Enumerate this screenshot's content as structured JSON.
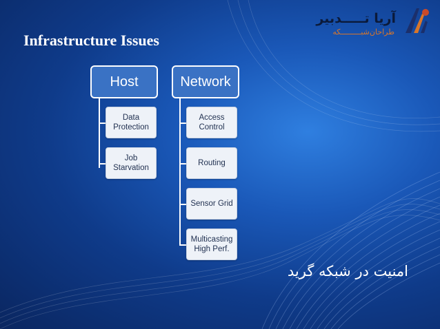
{
  "title": "Infrastructure Issues",
  "logo": {
    "brand_text": "آریا تـــــدبیر",
    "sub_text": "طراحان‌شبـــــــــکه"
  },
  "diagram": {
    "columns": [
      {
        "header": "Host",
        "items": [
          "Data\nProtection",
          "Job\nStarvation"
        ]
      },
      {
        "header": "Network",
        "items": [
          "Access\nControl",
          "Routing",
          "Sensor Grid",
          "Multicasting\nHigh Perf."
        ]
      }
    ]
  },
  "footer_text": "امنیت در شبکه گرید",
  "colors": {
    "header_fill": "#3a72c4",
    "child_fill": "#eef2f8",
    "background": "#1a58b8"
  }
}
